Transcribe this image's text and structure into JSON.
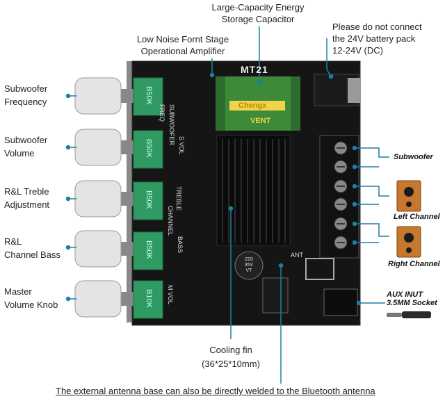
{
  "labels": {
    "capacitor": [
      "Large-Capacity Energy",
      "Storage Capacitor"
    ],
    "opamp": [
      "Low Noise Fornt Stage",
      "Operational Amplifier"
    ],
    "battery": [
      "Please do not connect",
      "the 24V battery pack",
      "12-24V (DC)"
    ],
    "cooling": [
      "Cooling fin",
      "(36*25*10mm)"
    ],
    "bottom_note": "The external antenna base can also be directly welded to the Bluetooth antenna"
  },
  "knobs": [
    {
      "label": [
        "Subwoofer",
        "Frequency"
      ],
      "pot": "B50K"
    },
    {
      "label": [
        "Subwoofer",
        "Volume"
      ],
      "pot": "B50K"
    },
    {
      "label": [
        "R&L Treble",
        "Adjustment"
      ],
      "pot": "B50K"
    },
    {
      "label": [
        "R&L",
        "Channel Bass"
      ],
      "pot": "B50K"
    },
    {
      "label": [
        "Master",
        "Volume Knob"
      ],
      "pot": "B10K"
    }
  ],
  "outputs": {
    "subwoofer": "Subwoofer",
    "left": "Left Channel",
    "right": "Right Channel",
    "aux": [
      "AUX INUT",
      "3.5MM Socket"
    ]
  },
  "board": {
    "model": "MT21",
    "capacitor_brand": "Chengx",
    "capacitor_text": "VENT",
    "silk_freq": "FREQ",
    "silk_sub": "SUBWOOFER",
    "silk_svol": "S VOL",
    "silk_treble": "TREBLE",
    "silk_channel": "CHANNEL",
    "silk_bass": "BASS",
    "silk_mvol": "M VOL",
    "ant": "ANT",
    "small_cap": [
      "220",
      "35V",
      "VT"
    ]
  },
  "colors": {
    "board": "#151515",
    "pot": "#2f9a62",
    "capacitor": "#3c8a3a",
    "leader": "#1e7fa6",
    "speaker": "#c8782c"
  }
}
